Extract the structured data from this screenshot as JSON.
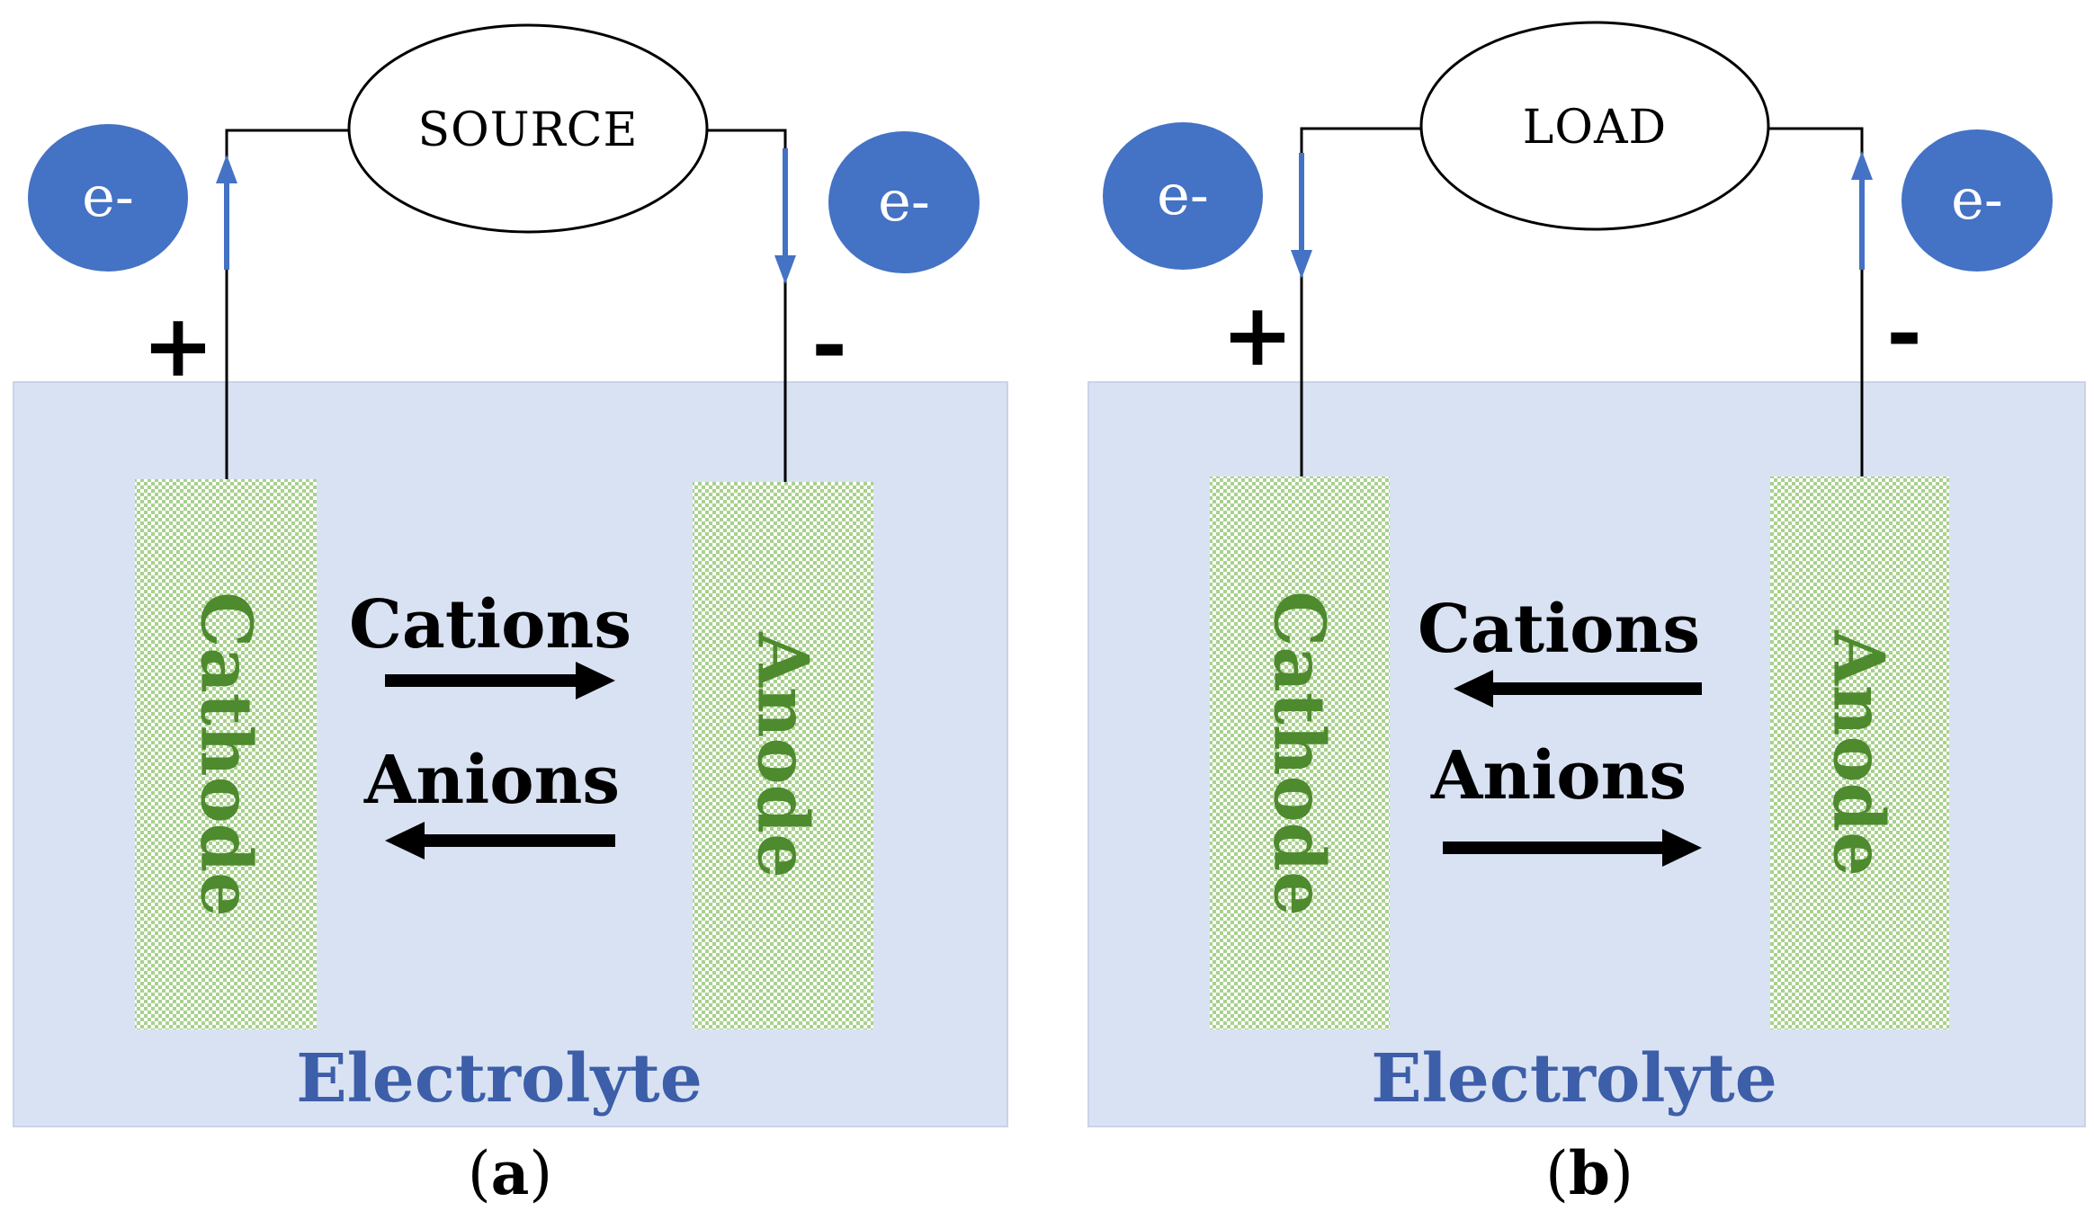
{
  "panels": [
    {
      "id": "a",
      "box_label": "SOURCE",
      "electron_left": "e-",
      "electron_right": "e-",
      "sign_left": "+",
      "sign_right": "-",
      "electrode_left": "Cathode",
      "electrode_right": "Anode",
      "ion_top": "Cations",
      "ion_bottom": "Anions",
      "ion_top_direction": "right",
      "ion_bottom_direction": "left",
      "electron_flow_left": "up",
      "electron_flow_right": "down",
      "electrolyte": "Electrolyte",
      "caption_open": "(",
      "caption_letter": "a",
      "caption_close": ")"
    },
    {
      "id": "b",
      "box_label": "LOAD",
      "electron_left": "e-",
      "electron_right": "e-",
      "sign_left": "+",
      "sign_right": "-",
      "electrode_left": "Cathode",
      "electrode_right": "Anode",
      "ion_top": "Cations",
      "ion_bottom": "Anions",
      "ion_top_direction": "left",
      "ion_bottom_direction": "right",
      "electron_flow_left": "down",
      "electron_flow_right": "up",
      "electrolyte": "Electrolyte",
      "caption_open": "(",
      "caption_letter": "b",
      "caption_close": ")"
    }
  ],
  "colors": {
    "electrolyte_fill": "#d9e2f3",
    "electron_fill": "#4472c4",
    "electron_arrow": "#4472c4",
    "electrode_label": "#4e8a2e",
    "electrolyte_label": "#3d5ea8",
    "ion_arrow": "#000000"
  }
}
